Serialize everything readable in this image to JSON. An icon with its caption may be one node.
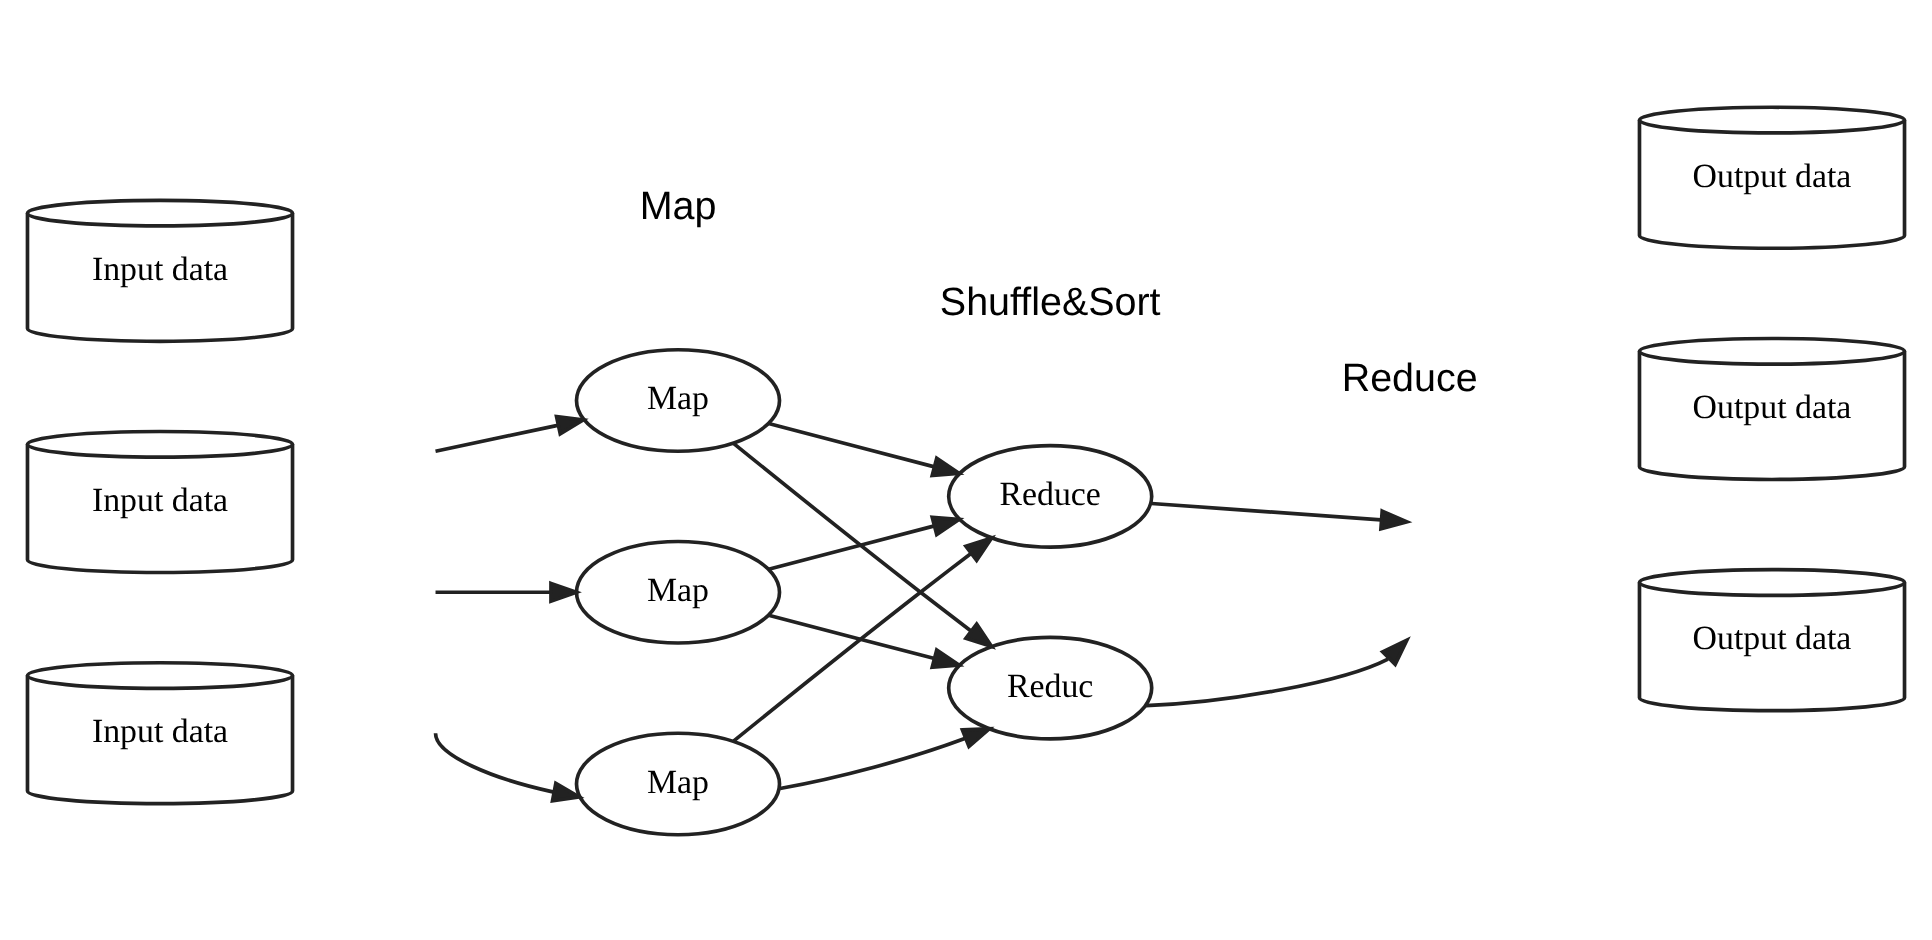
{
  "diagram": {
    "nodes": [
      {
        "text": [
          "Input data"
        ]
      },
      {
        "text": [
          "Input data"
        ]
      },
      {
        "text": [
          "Input data"
        ]
      },
      {
        "text": [
          "Map"
        ]
      },
      {
        "text": [
          "Map"
        ]
      },
      {
        "text": [
          "Map"
        ]
      },
      {
        "text": [
          "Reduce"
        ]
      },
      {
        "text": [
          "Reduc"
        ]
      },
      {
        "text": [
          "Output data"
        ]
      },
      {
        "text": [
          "Output data"
        ]
      },
      {
        "text": [
          "Output data"
        ]
      }
    ],
    "edges": [
      {
        "from": null,
        "to": 3,
        "arrow": "to"
      },
      {
        "from": null,
        "to": 4,
        "arrow": "to"
      },
      {
        "from": null,
        "to": 5,
        "arrow": "to"
      },
      {
        "from": 3,
        "to": 6,
        "arrow": "to"
      },
      {
        "from": 3,
        "to": 7,
        "arrow": "to"
      },
      {
        "from": 4,
        "to": 6,
        "arrow": "to"
      },
      {
        "from": 4,
        "to": 7,
        "arrow": "to"
      },
      {
        "from": 5,
        "to": 6,
        "arrow": "to"
      },
      {
        "from": 5,
        "to": 7,
        "arrow": "to"
      },
      {
        "from": 6,
        "to": null,
        "arrow": "to"
      },
      {
        "from": 7,
        "to": null,
        "arrow": "to"
      }
    ],
    "labels": [
      "Map",
      "Shuffle&Sort",
      "Reduce"
    ]
  }
}
